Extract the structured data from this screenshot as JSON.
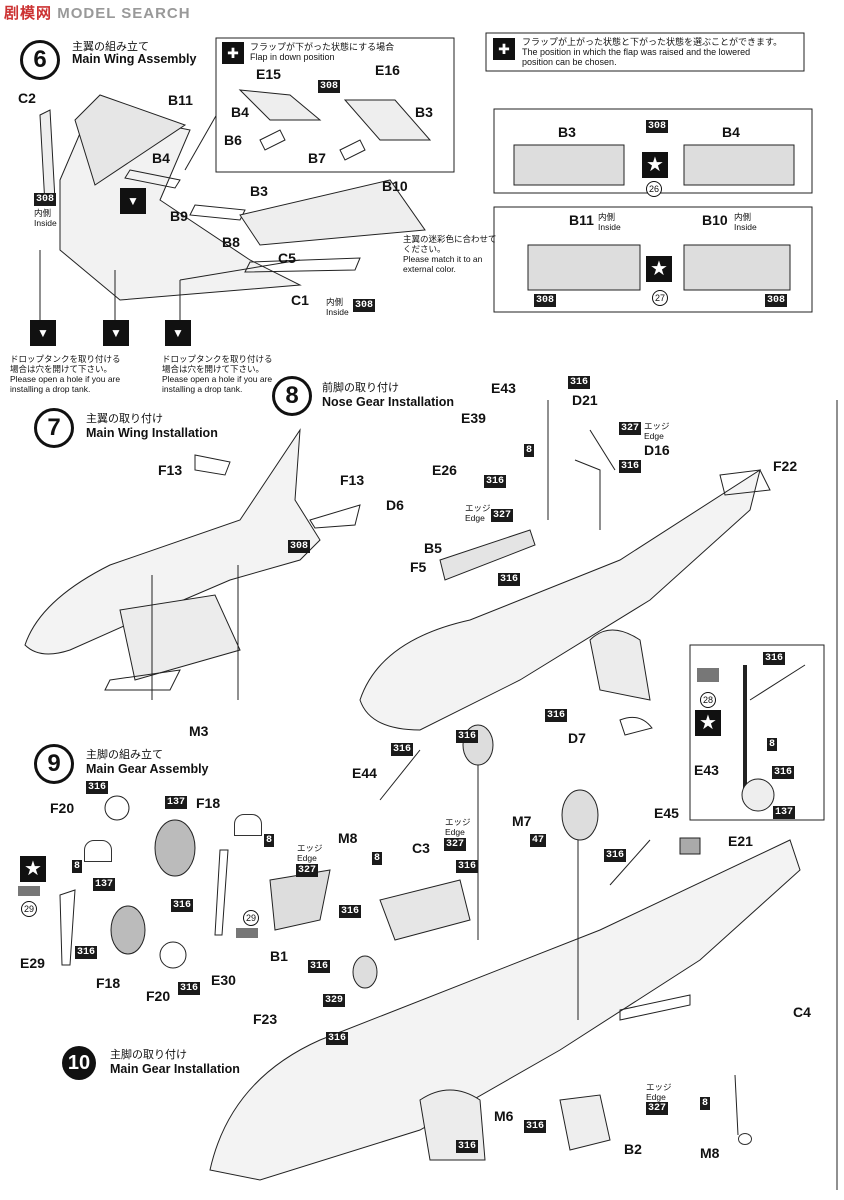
{
  "watermark": {
    "cn": "剧",
    "mid": "模网",
    "site": "MODEL SEARCH"
  },
  "step6": {
    "num": "6",
    "ja": "主翼の組み立て",
    "en": "Main Wing Assembly"
  },
  "step7": {
    "num": "7",
    "ja": "主翼の取り付け",
    "en": "Main Wing Installation"
  },
  "step8": {
    "num": "8",
    "ja": "前脚の取り付け",
    "en": "Nose Gear Installation"
  },
  "step9": {
    "num": "9",
    "ja": "主脚の組み立て",
    "en": "Main Gear Assembly"
  },
  "step10": {
    "num": "10",
    "ja": "主脚の取り付け",
    "en": "Main Gear Installation"
  },
  "flapdown": {
    "ja": "フラップが下がった状態にする場合",
    "en": "Flap in down position"
  },
  "flapnote": {
    "ja": "フラップが上がった状態と下がった状態を選ぶことができます。",
    "en1": "The position in which the flap was raised and the lowered",
    "en2": "position can be chosen."
  },
  "droptank": {
    "ja1": "ドロップタンクを取り付ける",
    "ja2": "場合は穴を開けて下さい。",
    "en1": "Please open a hole if you are",
    "en2": "installing a drop tank."
  },
  "matchcolor": {
    "ja1": "主翼の迷彩色に合わせて",
    "ja2": "ください。",
    "en1": "Please match it to an",
    "en2": "external color."
  },
  "inside": {
    "ja": "内側",
    "en": "Inside"
  },
  "edge": {
    "ja": "エッジ",
    "en": "Edge"
  },
  "parts": {
    "C2": "C2",
    "B11": "B11",
    "B4": "B4",
    "B9": "B9",
    "B3": "B3",
    "B8": "B8",
    "B10": "B10",
    "C5": "C5",
    "C1": "C1",
    "E15": "E15",
    "E16": "E16",
    "B6": "B6",
    "B7": "B7",
    "F13": "F13",
    "F22": "F22",
    "D6": "D6",
    "B5": "B5",
    "F5": "F5",
    "E43": "E43",
    "E39": "E39",
    "D21": "D21",
    "D16": "D16",
    "E26": "E26",
    "D7": "D7",
    "M3": "M3",
    "E44": "E44",
    "M8": "M8",
    "C3": "C3",
    "M7": "M7",
    "E45": "E45",
    "E21": "E21",
    "F20": "F20",
    "F18": "F18",
    "E29": "E29",
    "E30": "E30",
    "B1": "B1",
    "F23": "F23",
    "C4": "C4",
    "M6": "M6",
    "B2": "B2"
  },
  "colors": {
    "c308": "308",
    "c316": "316",
    "c327": "327",
    "c137": "137",
    "c8": "8",
    "c47": "47",
    "c329": "329"
  },
  "refs": {
    "r26": "26",
    "r27": "27",
    "r28": "28",
    "r29": "29"
  }
}
